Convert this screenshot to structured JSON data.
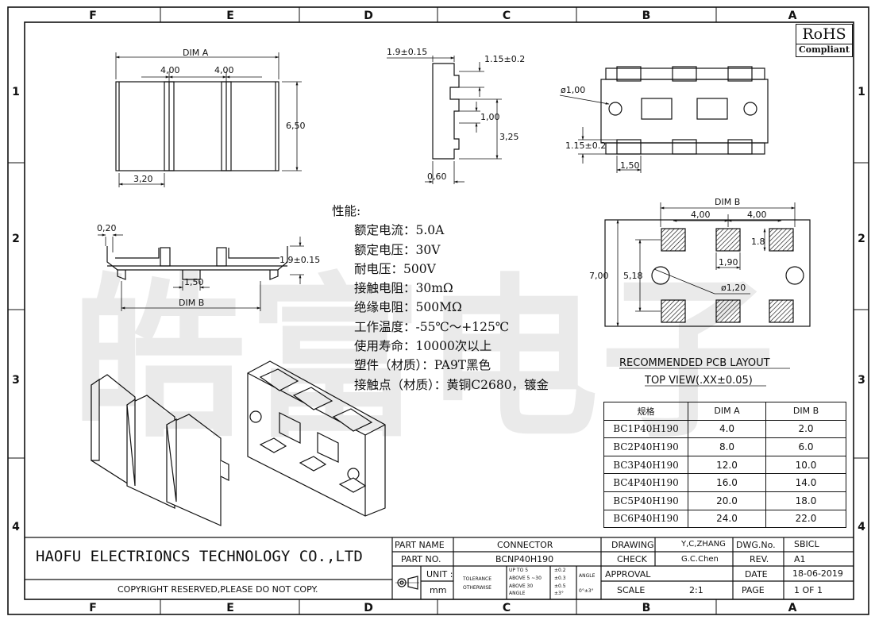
{
  "frame": {
    "columns": [
      "F",
      "E",
      "D",
      "C",
      "B",
      "A"
    ],
    "rows": [
      "1",
      "2",
      "3",
      "4"
    ]
  },
  "rohs": {
    "line1": "RoHS",
    "line2": "Compliant"
  },
  "watermark": "皓富电子",
  "dimensions": {
    "dim_a": "DIM A",
    "dim_b": "DIM B",
    "pitch": "4,00",
    "height": "6,50",
    "foot_width": "3,20",
    "side_height": "1.9±0.15",
    "side_thickness": "1.15±0.2",
    "side_slot": "1,00",
    "side_total": "3,25",
    "side_base": "0,60",
    "front_gap": "0,20",
    "front_height": "1.9±0.15",
    "front_pad": "1,50",
    "hole_dia": "ø1,00",
    "pad_height": "1.15±0.2",
    "pad_width": "1,50",
    "pcb_pitch": "4,00",
    "pcb_pad": "1.8",
    "pcb_pad_gap": "1,90",
    "pcb_height": "7,00",
    "pcb_center": "5,18",
    "pcb_hole": "ø1,20"
  },
  "pcb_caption": {
    "line1": "RECOMMENDED PCB LAYOUT",
    "line2": "TOP VIEW(.XX±0.05)"
  },
  "spec": {
    "heading": "性能:",
    "items": [
      "额定电流：5.0A",
      "额定电压：30V",
      "耐电压：500V",
      "接触电阻：30mΩ",
      "绝缘电阻：500MΩ",
      "工作温度：-55℃～+125℃",
      "使用寿命：10000次以上",
      "塑件（材质）：PA9T黑色",
      "接触点（材质）：黄铜C2680，镀金"
    ]
  },
  "dim_table": {
    "headers": [
      "规格",
      "DIM A",
      "DIM B"
    ],
    "rows": [
      [
        "BC1P40H190",
        "4.0",
        "2.0"
      ],
      [
        "BC2P40H190",
        "8.0",
        "6.0"
      ],
      [
        "BC3P40H190",
        "12.0",
        "10.0"
      ],
      [
        "BC4P40H190",
        "16.0",
        "14.0"
      ],
      [
        "BC5P40H190",
        "20.0",
        "18.0"
      ],
      [
        "BC6P40H190",
        "24.0",
        "22.0"
      ]
    ]
  },
  "title_block": {
    "company": "HAOFU ELECTRIONCS TECHNOLOGY CO.,LTD",
    "copyright": "COPYRIGHT RESERVED,PLEASE DO NOT COPY.",
    "part_name_label": "PART NAME",
    "part_name": "CONNECTOR",
    "part_no_label": "PART NO.",
    "part_no": "BCNP40H190",
    "unit_label": "UNIT :",
    "unit": "mm",
    "tolerance_label1": "TOLERANCE",
    "tolerance_label2": "OTHERWISE",
    "tol_ranges": [
      "UP TO 5",
      "ABOVE 5 ~30",
      "ABOVE 30",
      "ANGLE"
    ],
    "tol_values": [
      "±0.2",
      "±0.3",
      "±0.5",
      "±3°"
    ],
    "angle_label": "ANGLE",
    "angle_value": "0°±3°",
    "drawing_label": "DRAWING",
    "drawing": "Y,C,ZHANG",
    "check_label": "CHECK",
    "check": "G.C.Chen",
    "approval_label": "APPROVAL",
    "scale_label": "SCALE",
    "scale": "2:1",
    "dwg_label": "DWG.No.",
    "dwg": "SBICL",
    "rev_label": "REV.",
    "rev": "A1",
    "date_label": "DATE",
    "date": "18-06-2019",
    "page_label": "PAGE",
    "page": "1 OF 1"
  }
}
